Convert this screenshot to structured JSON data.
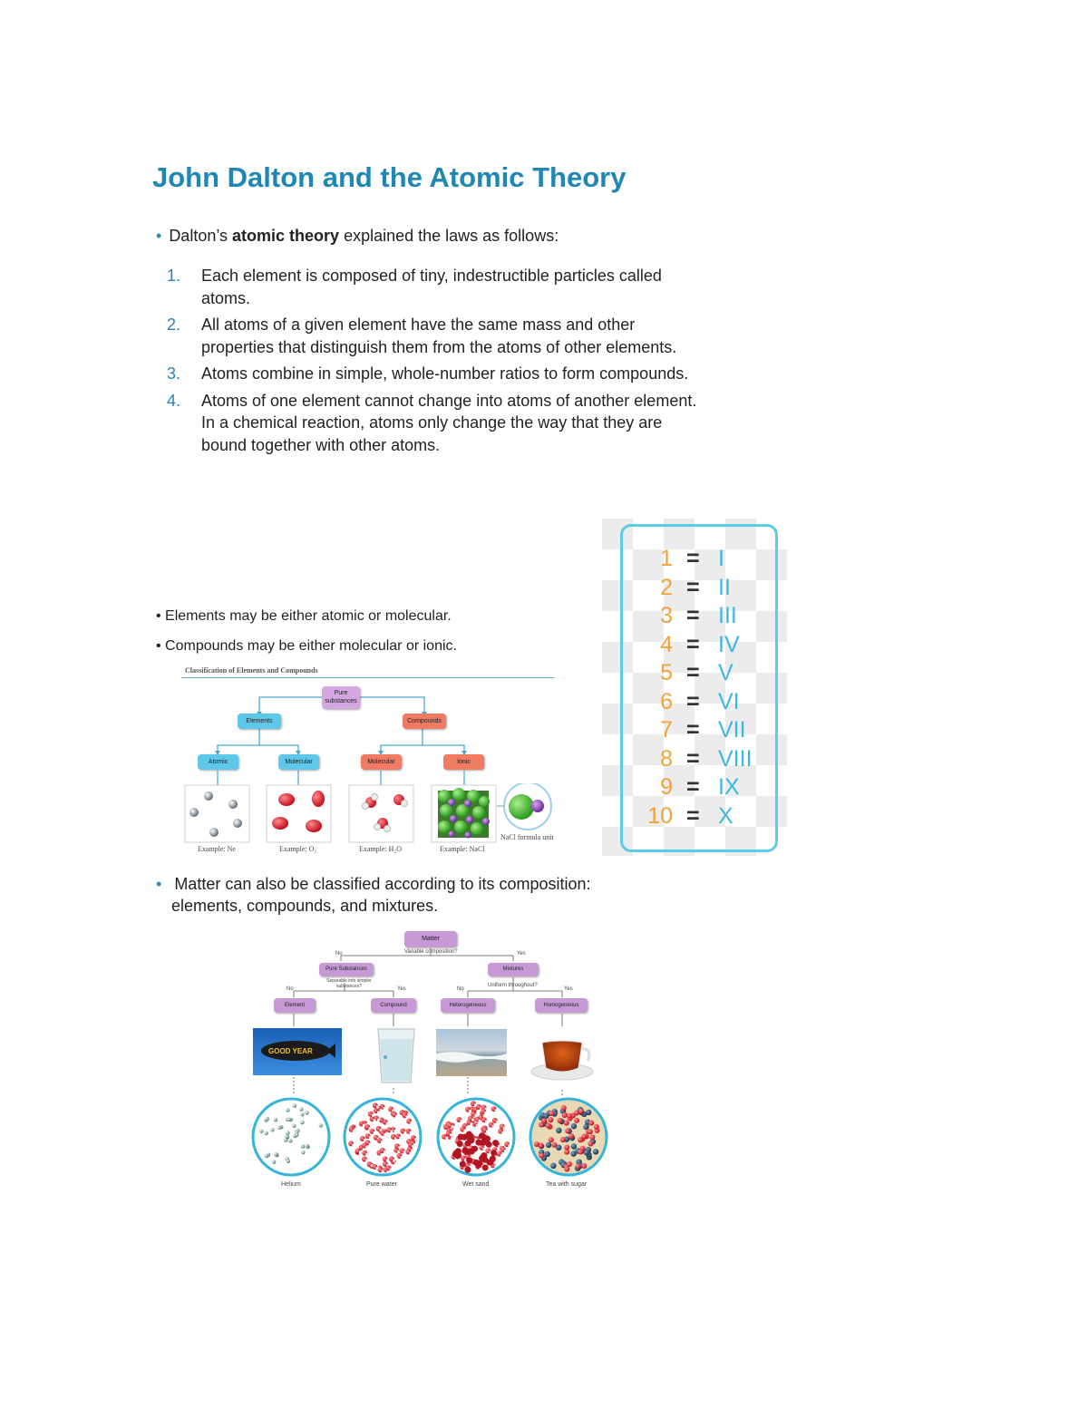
{
  "title": "John Dalton and the Atomic Theory",
  "intro": {
    "bullet": "•",
    "pre": "Dalton’s ",
    "bold": "atomic theory",
    "post": " explained the laws as follows:"
  },
  "laws": [
    {
      "num": "1.",
      "text": "Each element is composed of tiny, indestructible particles called atoms."
    },
    {
      "num": "2.",
      "text": "All atoms of a given element have the same mass and other properties that distinguish them from the atoms of other elements."
    },
    {
      "num": "3.",
      "text": "Atoms combine in simple, whole-number ratios to form compounds."
    },
    {
      "num": "4.",
      "text": "Atoms of one element cannot change into atoms of another element. In a chemical reaction, atoms only change the way that they are bound together with other atoms."
    }
  ],
  "bullets2": [
    "• Elements may be either atomic or molecular.",
    "• Compounds may be either molecular or ionic."
  ],
  "classification_figure": {
    "heading": "Classification of Elements and Compounds",
    "pure": "Pure substances",
    "elements": "Elements",
    "compounds": "Compounds",
    "atomic": "Atomic",
    "molecular_el": "Molecular",
    "molecular_co": "Molecular",
    "ionic": "Ionic",
    "captions": [
      "Example: Ne",
      "Example: O₂",
      "Example: H₂O",
      "Example: NaCl"
    ],
    "nacl_unit": "NaCl formula unit"
  },
  "roman_numerals": [
    {
      "arabic": "1",
      "eq": "=",
      "roman": "I"
    },
    {
      "arabic": "2",
      "eq": "=",
      "roman": "II"
    },
    {
      "arabic": "3",
      "eq": "=",
      "roman": "III"
    },
    {
      "arabic": "4",
      "eq": "=",
      "roman": "IV"
    },
    {
      "arabic": "5",
      "eq": "=",
      "roman": "V"
    },
    {
      "arabic": "6",
      "eq": "=",
      "roman": "VI"
    },
    {
      "arabic": "7",
      "eq": "=",
      "roman": "VII"
    },
    {
      "arabic": "8",
      "eq": "=",
      "roman": "VIII"
    },
    {
      "arabic": "9",
      "eq": "=",
      "roman": "IX"
    },
    {
      "arabic": "10",
      "eq": "=",
      "roman": "X"
    }
  ],
  "matter_text": {
    "bullet": "•",
    "line1": "Matter can also be classified according to its composition:",
    "line2": "elements, compounds, and mixtures."
  },
  "matter_figure": {
    "matter": "Matter",
    "q1": "Variable composition?",
    "no1": "No",
    "yes1": "Yes",
    "pure": "Pure Substances",
    "mixtures": "Mixtures",
    "q2": "Separable into simpler substances?",
    "q3": "Uniform throughout?",
    "no2": "No",
    "yes2": "Yes",
    "no3": "No",
    "yes3": "Yes",
    "element": "Element",
    "compound": "Compound",
    "heterogeneous": "Heterogeneous",
    "homogeneous": "Homogeneous",
    "blimp_text": "GOOD YEAR",
    "captions": [
      "Helium",
      "Pure water",
      "Wet sand",
      "Tea with sugar"
    ]
  },
  "colors": {
    "title": "#1e87b4",
    "accent_orange": "#f2a23a",
    "accent_cyan": "#3cb8e0",
    "node_purple": "#c79ad6",
    "node_blue": "#5ec8e8",
    "node_red": "#f07a62"
  }
}
